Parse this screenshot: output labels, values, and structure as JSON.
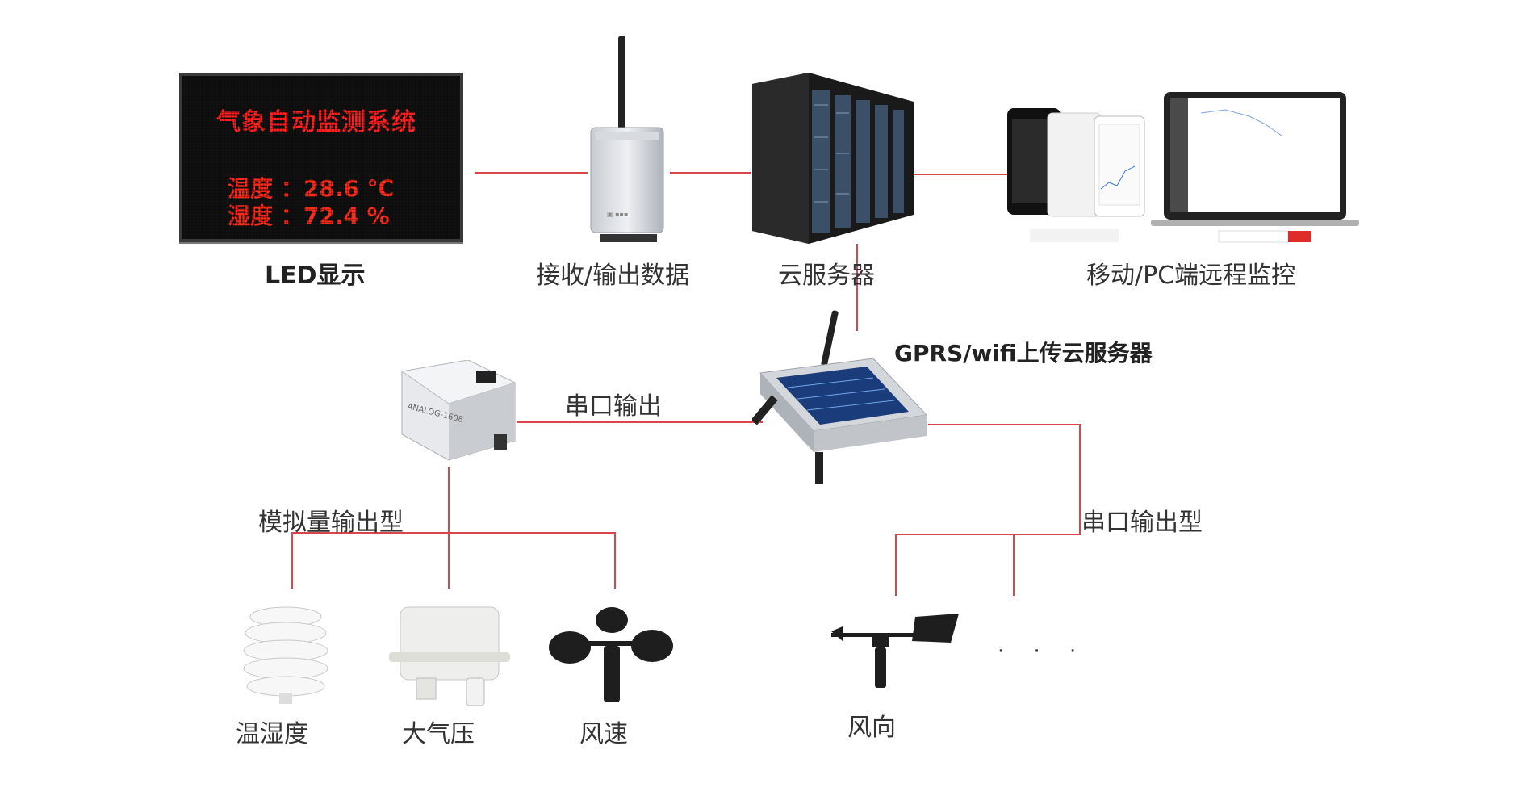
{
  "led_display": {
    "title": "气象自动监测系统",
    "line1": "温度 ：28.6 ℃",
    "line2": "湿度 ：72.4 %"
  },
  "labels": {
    "led": "LED显示",
    "receiver": "接收/输出数据",
    "cloud_server": "云服务器",
    "remote_monitor": "移动/PC端远程监控",
    "uplink": "GPRS/wifi上传云服务器",
    "serial_output": "串口输出",
    "analog_type": "模拟量输出型",
    "serial_type": "串口输出型",
    "temp_humidity": "温湿度",
    "pressure": "大气压",
    "wind_speed": "风速",
    "wind_direction": "风向",
    "more": "· · ·"
  },
  "analog_module_text": "ANALOG-1608",
  "colors": {
    "connector_line": "#d9454b",
    "led_text": "#ff2020",
    "label_text": "#333333"
  }
}
